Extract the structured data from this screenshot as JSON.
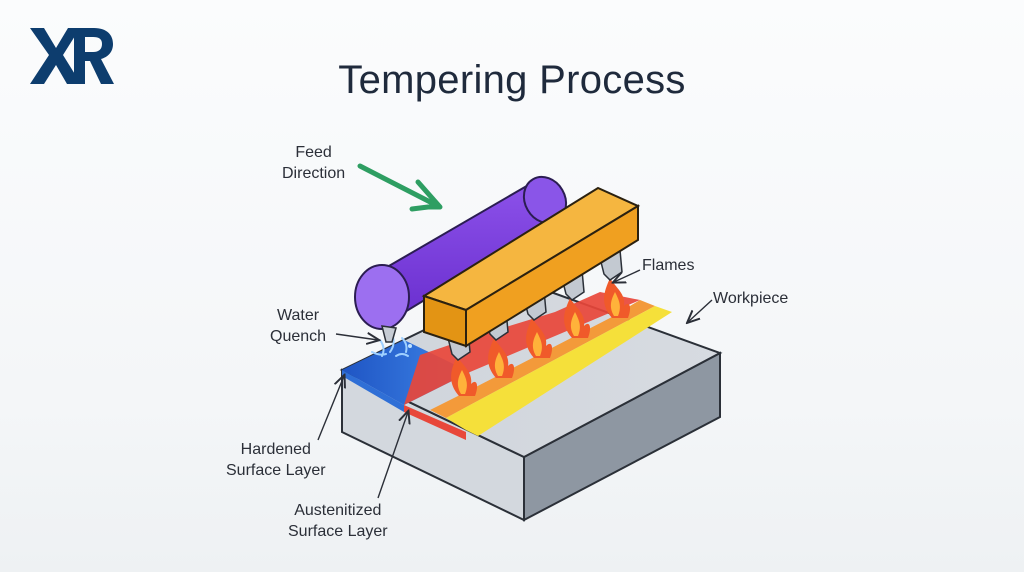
{
  "title": "Tempering Process",
  "logo": {
    "text": "XR",
    "color": "#0d3d6e"
  },
  "labels": {
    "feed_direction": [
      "Feed",
      "Direction"
    ],
    "flames": "Flames",
    "workpiece": "Workpiece",
    "water_quench": [
      "Water",
      "Quench"
    ],
    "hardened": [
      "Hardened",
      "Surface Layer"
    ],
    "austenitized": [
      "Austenitized",
      "Surface Layer"
    ]
  },
  "colors": {
    "roller": "#7a3ddb",
    "heater": "#f0a020",
    "water": "#2f6fd6",
    "heat_red": "#e8473a",
    "heat_orange": "#f39a3a",
    "heat_yellow": "#f5e03a",
    "workpiece": "#c9ced6",
    "arrow": "#2e9e62"
  }
}
